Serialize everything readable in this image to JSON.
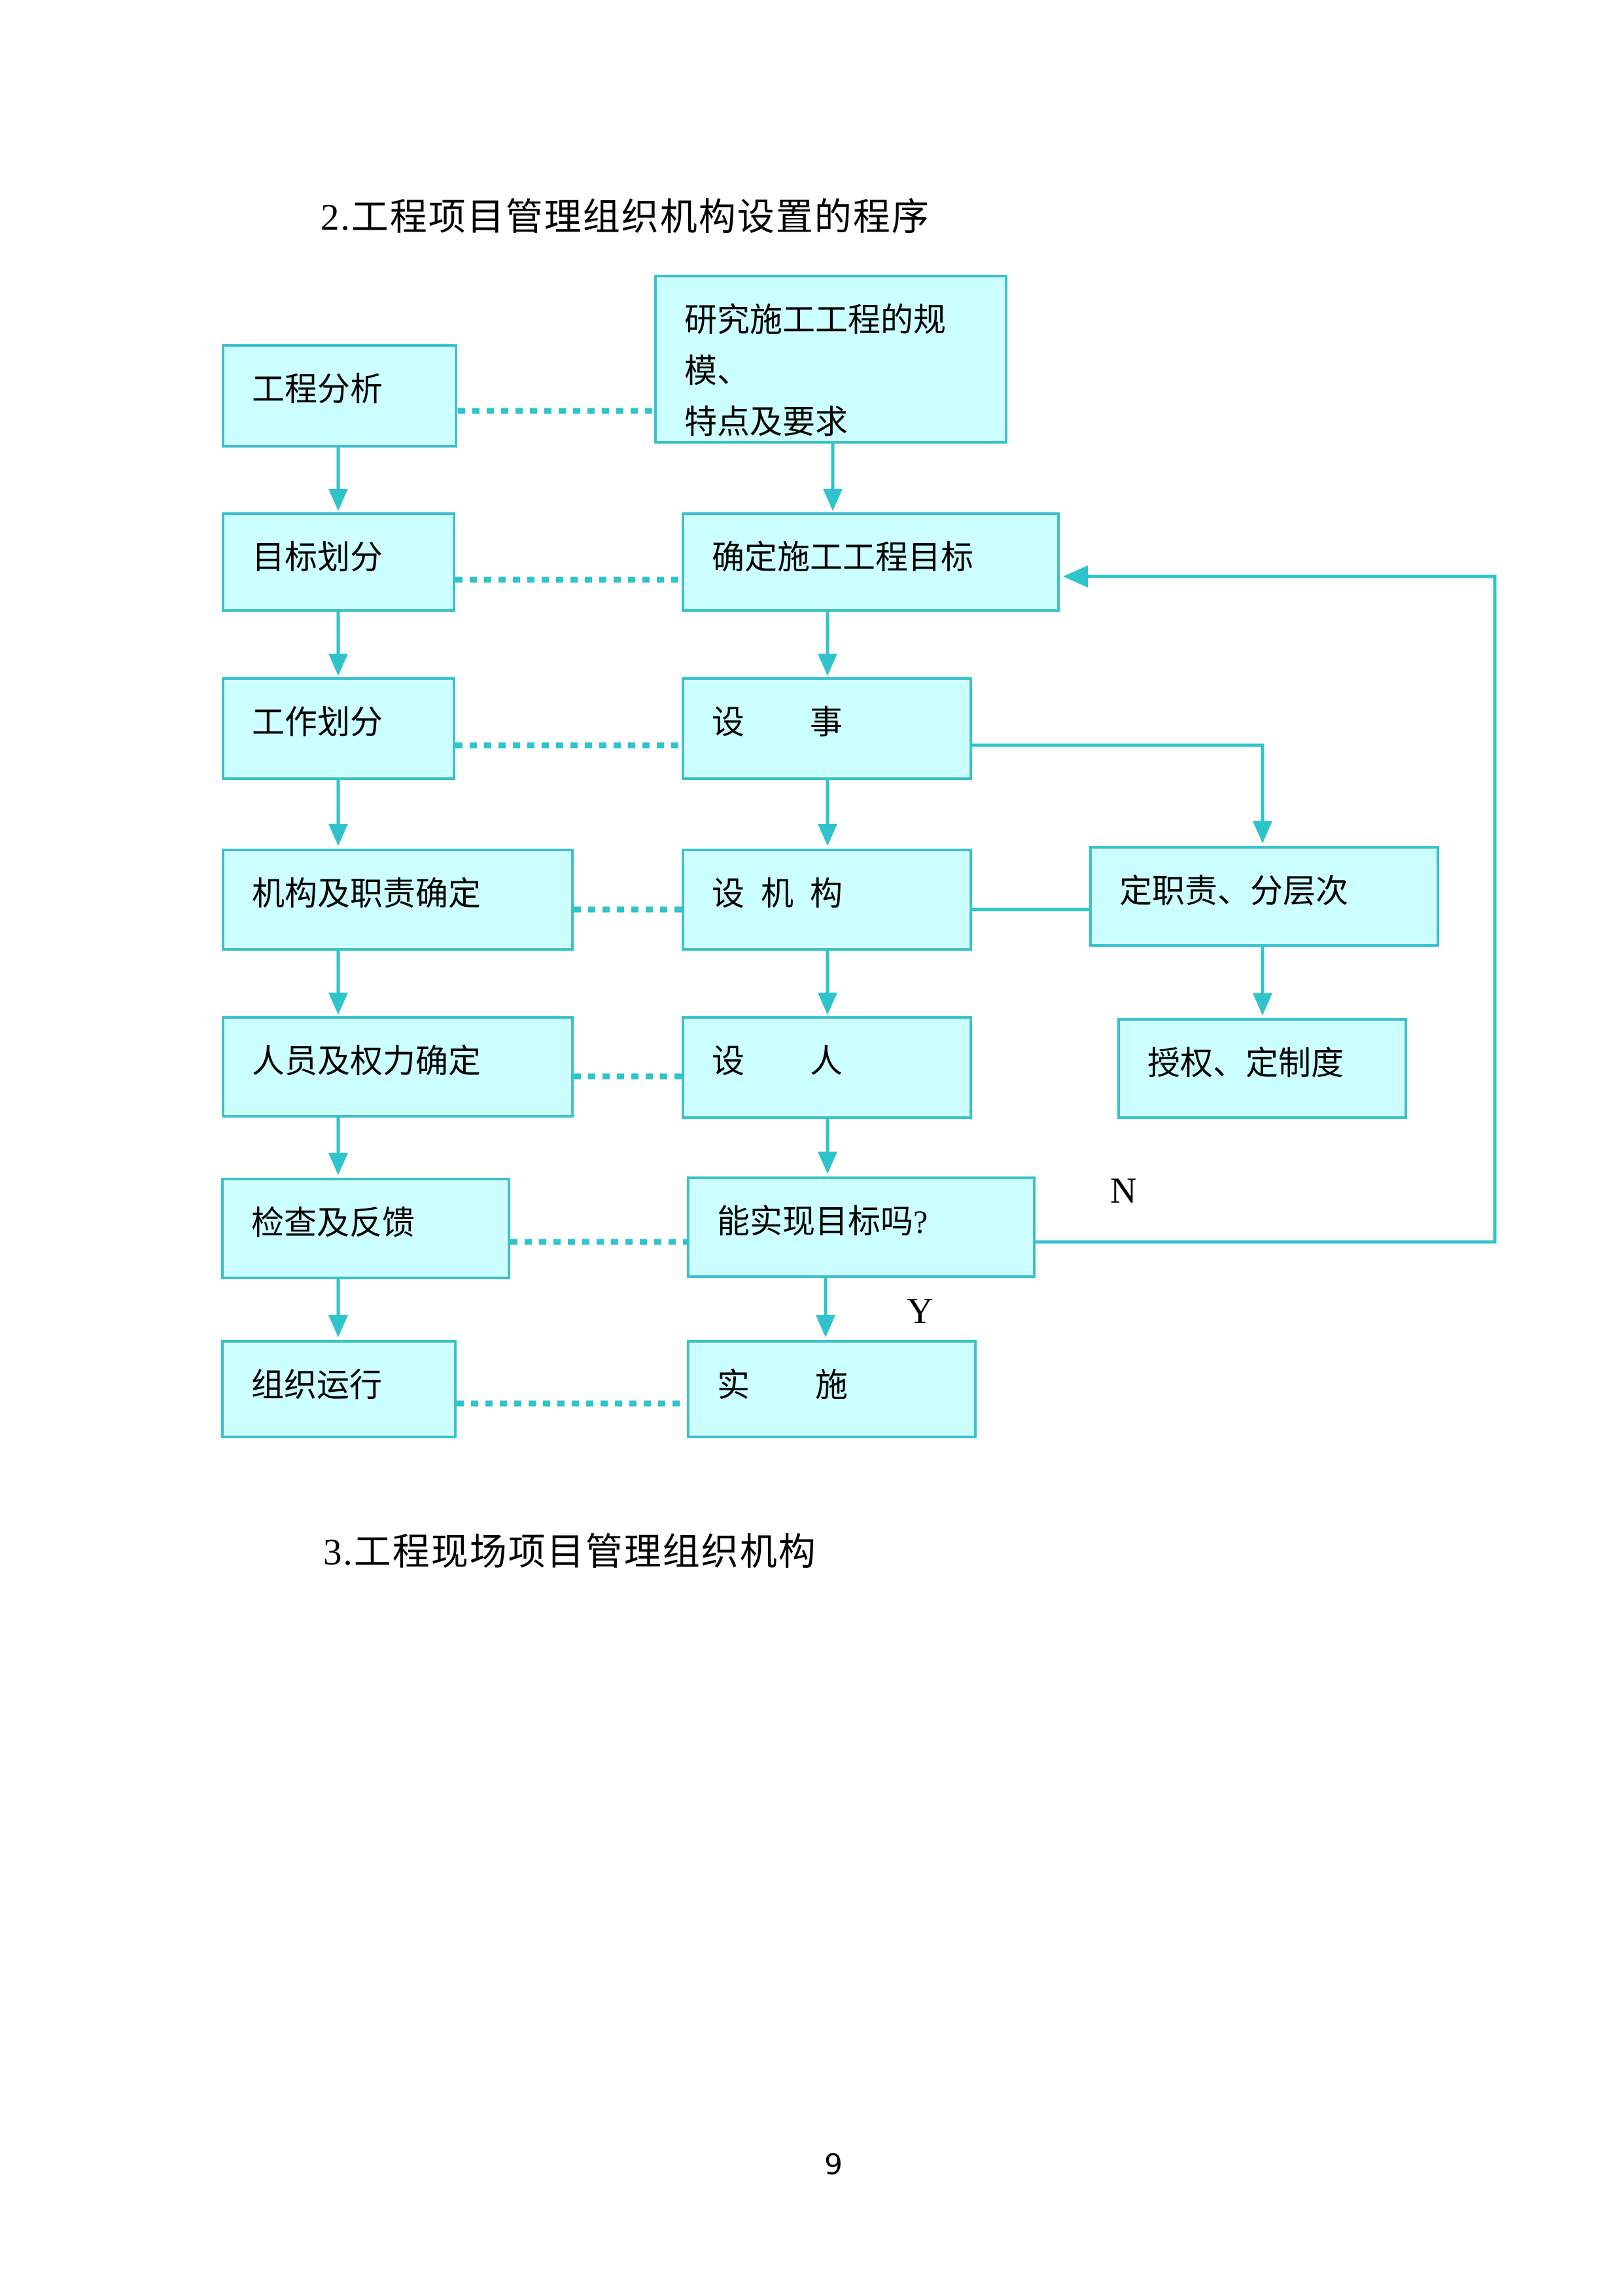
{
  "document": {
    "section2_title": "2.工程项目管理组织机构设置的程序",
    "section3_title": "3.工程现场项目管理组织机构",
    "page_number": "9"
  },
  "flowchart": {
    "nodes": {
      "research": "研究施工工程的规模、\n特点及要求",
      "analysis": "工程分析",
      "goal_division": "目标划分",
      "determine_goal": "确定施工工程目标",
      "work_division": "工作划分",
      "set_affairs": "设　　事",
      "org_duty": "机构及职责确定",
      "set_org": "设  机  构",
      "define_duty": "定职责、分层次",
      "personnel": "人员及权力确定",
      "set_person": "设　　人",
      "authorize": "授权、定制度",
      "check": "检查及反馈",
      "can_achieve": "能实现目标吗?",
      "operation": "组织运行",
      "implement": "实　　施"
    },
    "branch_labels": {
      "no": "N",
      "yes": "Y"
    }
  },
  "colors": {
    "accent": "#2fc4cb",
    "box_fill": "#ccffff",
    "box_border": "#35c4ce",
    "text": "#000000",
    "paper": "#ffffff"
  }
}
